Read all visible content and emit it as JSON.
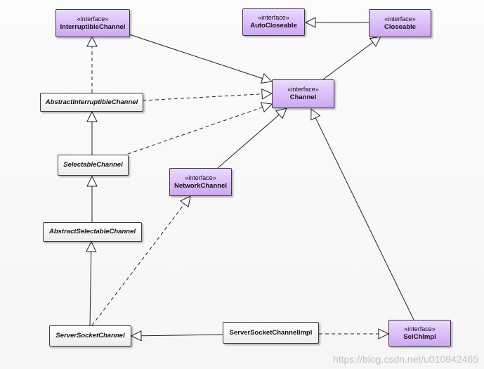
{
  "diagram": {
    "stereotype": "«interface»",
    "nodes": {
      "InterruptibleChannel": {
        "kind": "iface",
        "name": "InterruptibleChannel"
      },
      "AutoCloseable": {
        "kind": "iface",
        "name": "AutoCloseable"
      },
      "Closeable": {
        "kind": "iface",
        "name": "Closeable"
      },
      "Channel": {
        "kind": "iface",
        "name": "Channel"
      },
      "AbstractInterruptibleChannel": {
        "kind": "abstract",
        "name": "AbstractInterruptibleChannel"
      },
      "SelectableChannel": {
        "kind": "abstract",
        "name": "SelectableChannel"
      },
      "NetworkChannel": {
        "kind": "iface",
        "name": "NetworkChannel"
      },
      "AbstractSelectableChannel": {
        "kind": "abstract",
        "name": "AbstractSelectableChannel"
      },
      "ServerSocketChannel": {
        "kind": "abstract",
        "name": "ServerSocketChannel"
      },
      "ServerSocketChannelImpl": {
        "kind": "plain",
        "name": "ServerSocketChannelImpl"
      },
      "SelChImpl": {
        "kind": "iface",
        "name": "SelChImpl"
      }
    },
    "edges": [
      {
        "from": "Closeable",
        "to": "AutoCloseable",
        "type": "extends"
      },
      {
        "from": "Channel",
        "to": "Closeable",
        "type": "extends"
      },
      {
        "from": "InterruptibleChannel",
        "to": "Channel",
        "type": "extends"
      },
      {
        "from": "AbstractInterruptibleChannel",
        "to": "InterruptibleChannel",
        "type": "implements"
      },
      {
        "from": "AbstractInterruptibleChannel",
        "to": "Channel",
        "type": "implements"
      },
      {
        "from": "SelectableChannel",
        "to": "AbstractInterruptibleChannel",
        "type": "extends"
      },
      {
        "from": "SelectableChannel",
        "to": "Channel",
        "type": "implements"
      },
      {
        "from": "NetworkChannel",
        "to": "Channel",
        "type": "extends"
      },
      {
        "from": "AbstractSelectableChannel",
        "to": "SelectableChannel",
        "type": "extends"
      },
      {
        "from": "ServerSocketChannel",
        "to": "AbstractSelectableChannel",
        "type": "extends"
      },
      {
        "from": "ServerSocketChannel",
        "to": "NetworkChannel",
        "type": "implements"
      },
      {
        "from": "ServerSocketChannelImpl",
        "to": "ServerSocketChannel",
        "type": "extends"
      },
      {
        "from": "ServerSocketChannelImpl",
        "to": "SelChImpl",
        "type": "implements"
      },
      {
        "from": "SelChImpl",
        "to": "Channel",
        "type": "extends"
      }
    ],
    "watermark": "https://blog.csdn.net/u010942465"
  }
}
